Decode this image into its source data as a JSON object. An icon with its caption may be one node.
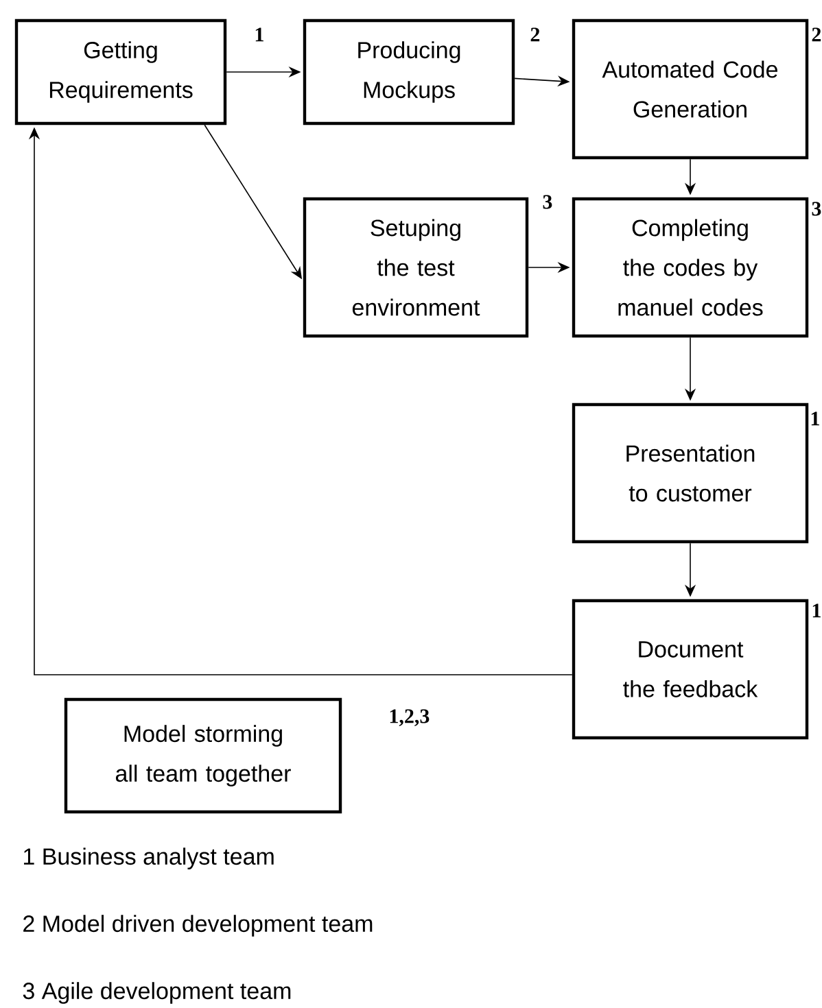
{
  "diagram": {
    "nodes": [
      {
        "text": [
          "Getting Requirements"
        ],
        "beside": [
          "1"
        ]
      },
      {
        "text": [
          "Producing Mockups"
        ],
        "beside": [
          "2"
        ]
      },
      {
        "text": [
          "Automated Code Generation"
        ],
        "beside": [
          "2"
        ]
      },
      {
        "text": [
          "Setuping the test environment"
        ],
        "beside": [
          "3"
        ]
      },
      {
        "text": [
          "Completing the codes by manuel codes"
        ],
        "beside": [
          "3"
        ]
      },
      {
        "text": [
          "Presentation to customer"
        ],
        "beside": [
          "1"
        ]
      },
      {
        "text": [
          "Document the feedback"
        ],
        "beside": [
          "1"
        ]
      },
      {
        "text": [
          "Model storming all team together"
        ],
        "beside": [
          "1,2,3"
        ]
      }
    ],
    "edges": [
      {
        "from": 0,
        "to": 1,
        "arrow": "to"
      },
      {
        "from": 1,
        "to": 2,
        "arrow": "to"
      },
      {
        "from": 2,
        "to": 4,
        "arrow": "to"
      },
      {
        "from": 0,
        "to": 3,
        "arrow": "to"
      },
      {
        "from": 3,
        "to": 4,
        "arrow": "to"
      },
      {
        "from": 4,
        "to": 5,
        "arrow": "to"
      },
      {
        "from": 5,
        "to": 6,
        "arrow": "to"
      },
      {
        "from": 6,
        "to": 0,
        "arrow": "to"
      }
    ],
    "labels": [
      "1 Business analyst team",
      "2 Model driven development team",
      "3 Agile development team"
    ]
  }
}
